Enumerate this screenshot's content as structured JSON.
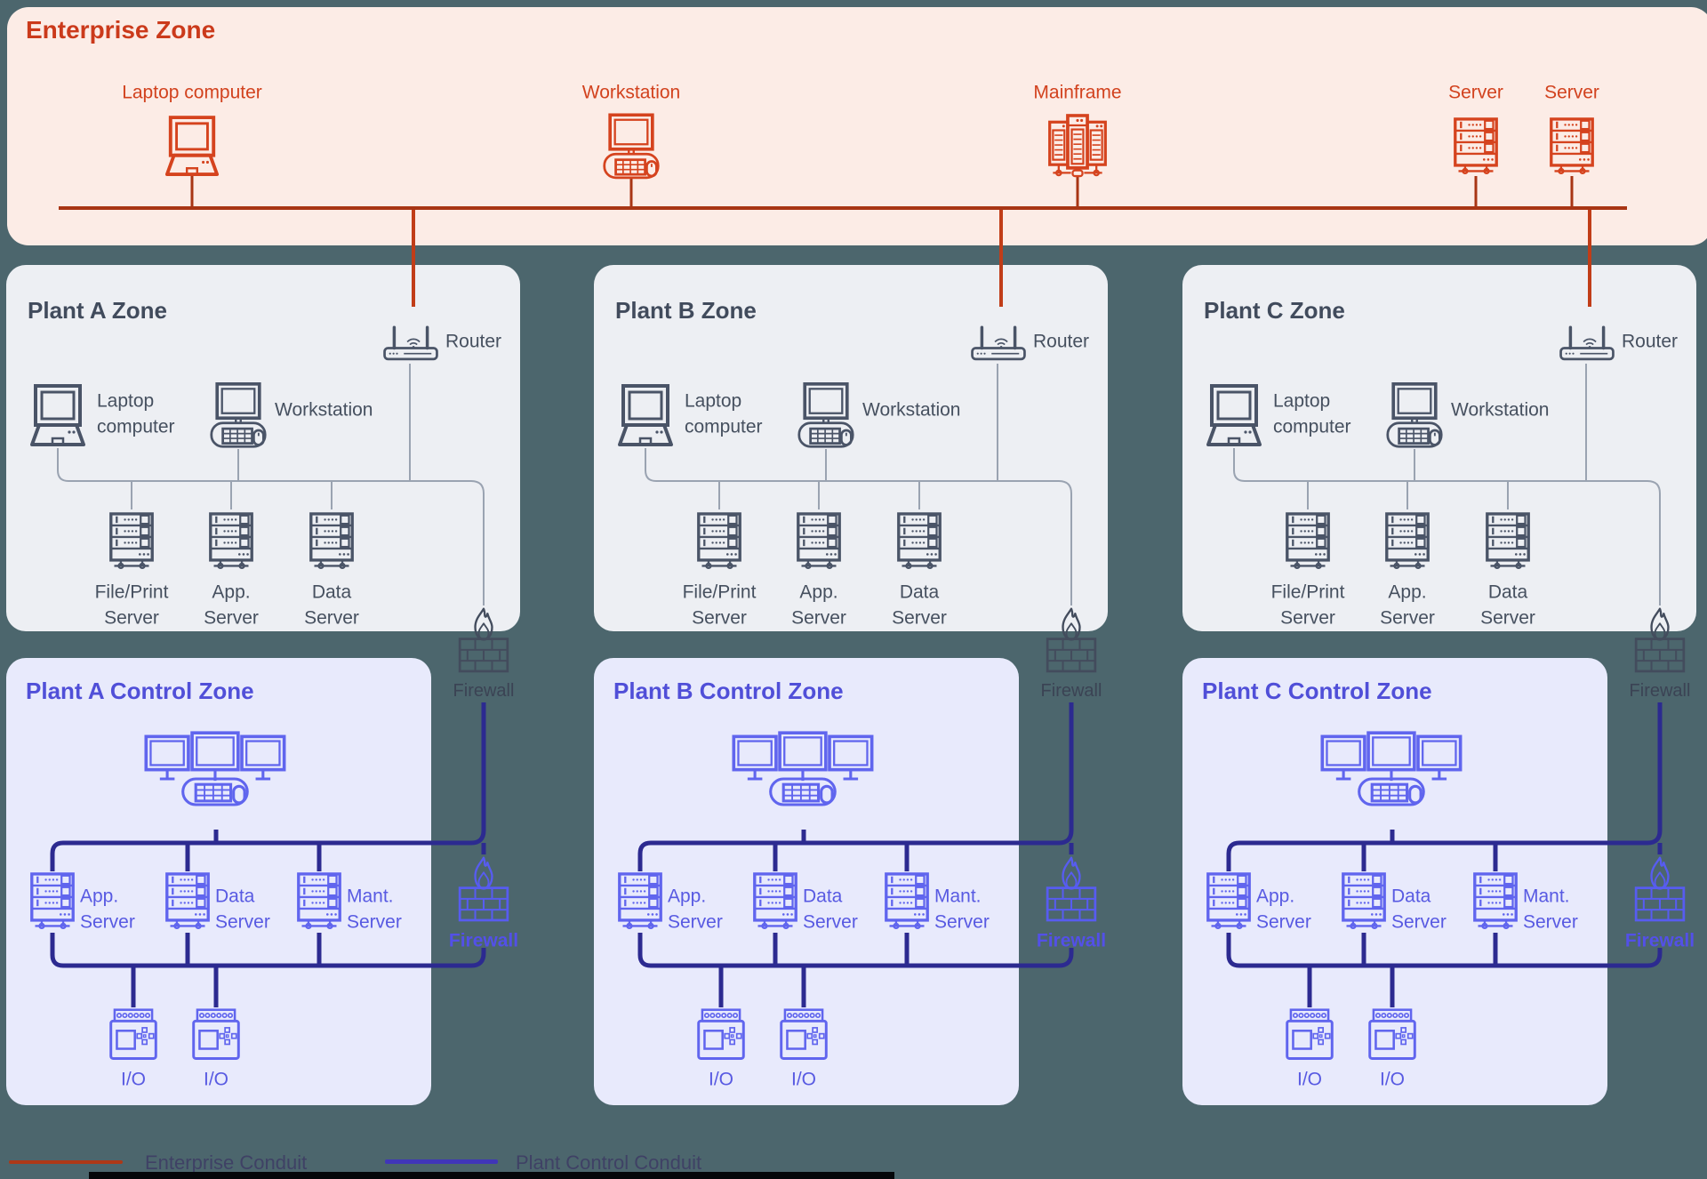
{
  "enterprise_zone": {
    "title": "Enterprise Zone",
    "devices": [
      {
        "label": "Laptop computer",
        "icon": "laptop"
      },
      {
        "label": "Workstation",
        "icon": "workstation"
      },
      {
        "label": "Mainframe",
        "icon": "mainframe"
      },
      {
        "label": "Server",
        "icon": "server"
      },
      {
        "label": "Server",
        "icon": "server"
      }
    ]
  },
  "plant_zones": [
    {
      "title": "Plant A Zone"
    },
    {
      "title": "Plant B Zone"
    },
    {
      "title": "Plant C Zone"
    }
  ],
  "plant_zone_shared": {
    "router": "Router",
    "laptop_line1": "Laptop",
    "laptop_line2": "computer",
    "workstation": "Workstation",
    "servers": [
      [
        "File/Print",
        "Server"
      ],
      [
        "App.",
        "Server"
      ],
      [
        "Data",
        "Server"
      ]
    ]
  },
  "control_zones": [
    {
      "title": "Plant A Control Zone"
    },
    {
      "title": "Plant B Control Zone"
    },
    {
      "title": "Plant C Control Zone"
    }
  ],
  "control_zone_shared": {
    "servers": [
      [
        "App.",
        "Server"
      ],
      [
        "Data",
        "Server"
      ],
      [
        "Mant.",
        "Server"
      ]
    ],
    "io": "I/O"
  },
  "firewall_label": "Firewall",
  "legend": [
    {
      "label": "Enterprise Conduit",
      "color": "#ad3817"
    },
    {
      "label": "Plant Control Conduit",
      "color": "#4036b8"
    }
  ],
  "colors": {
    "teal_bg": "#4c666d",
    "enterprise_bg": "#fcece6",
    "enterprise_accent": "#d2421e",
    "enterprise_bus": "#a83514",
    "enterprise_drop": "#c13d18",
    "plant_bg": "#edeff3",
    "plant_line": "#9aa3b1",
    "control_bg": "#e8eafc",
    "control_conduit": "#2c2a90",
    "firewall_gray": "#434c5d",
    "firewall_indigo": "#575cf0"
  }
}
